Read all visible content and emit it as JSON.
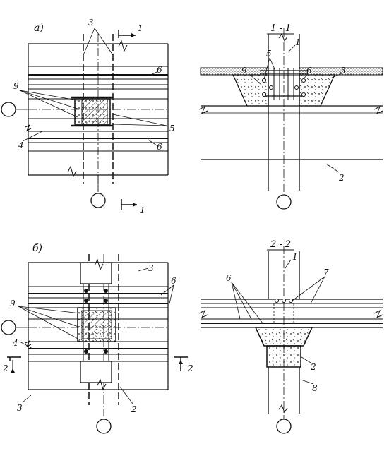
{
  "figure": {
    "panel_a": {
      "letter": "а)",
      "plan_labels": {
        "l3": "3",
        "l6_top": "6",
        "l9": "9",
        "l5": "5",
        "l4": "4",
        "l6_bottom": "6"
      },
      "section_marker": {
        "top": "1",
        "bottom": "1"
      }
    },
    "section_1_1": {
      "title": "1 - 1",
      "labels": {
        "l1": "1",
        "l9": "9",
        "l5": "5",
        "l6": "6",
        "l3": "3",
        "l2": "2"
      }
    },
    "panel_b": {
      "letter": "б)",
      "plan_labels": {
        "l3_top": "3",
        "l6": "6",
        "l9": "9",
        "l4": "4",
        "l3_bottom": "3",
        "l2": "2"
      },
      "section_marker": {
        "left": "2",
        "right": "2"
      }
    },
    "section_2_2": {
      "title": "2 - 2",
      "labels": {
        "l1": "1",
        "l6": "6",
        "l7": "7",
        "l2": "2",
        "l8": "8"
      }
    }
  }
}
